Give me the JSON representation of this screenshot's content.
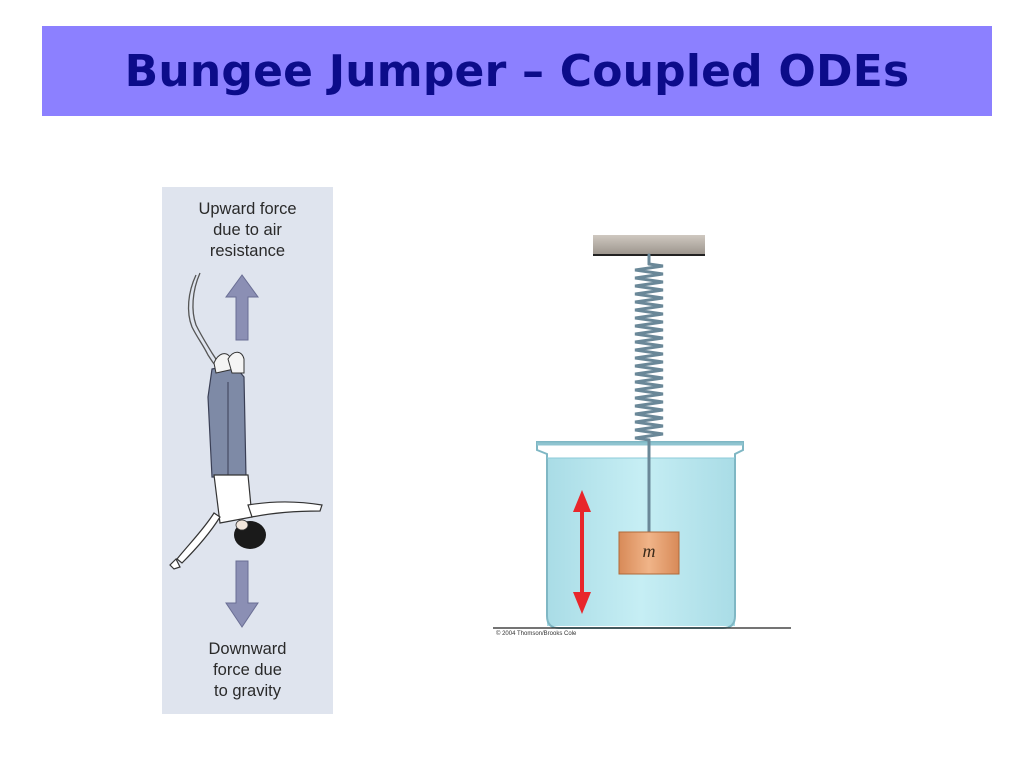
{
  "slide": {
    "title": "Bungee Jumper – Coupled ODEs"
  },
  "jumper_figure": {
    "upward_label_lines": [
      "Upward force",
      "due to air",
      "resistance"
    ],
    "downward_label_lines": [
      "Downward",
      "force due",
      "to gravity"
    ],
    "arrow_color": "#8b8fb4",
    "panel_color": "#dfe4ee"
  },
  "beaker_figure": {
    "mass_label": "m",
    "copyright": "© 2004 Thomson/Brooks Cole",
    "water_color": "#b8e6ee",
    "mass_color": "#e09a6a",
    "arrow_color": "#e8262b"
  },
  "colors": {
    "title_bar": "#8c80ff",
    "title_text": "#0c0c8a"
  }
}
